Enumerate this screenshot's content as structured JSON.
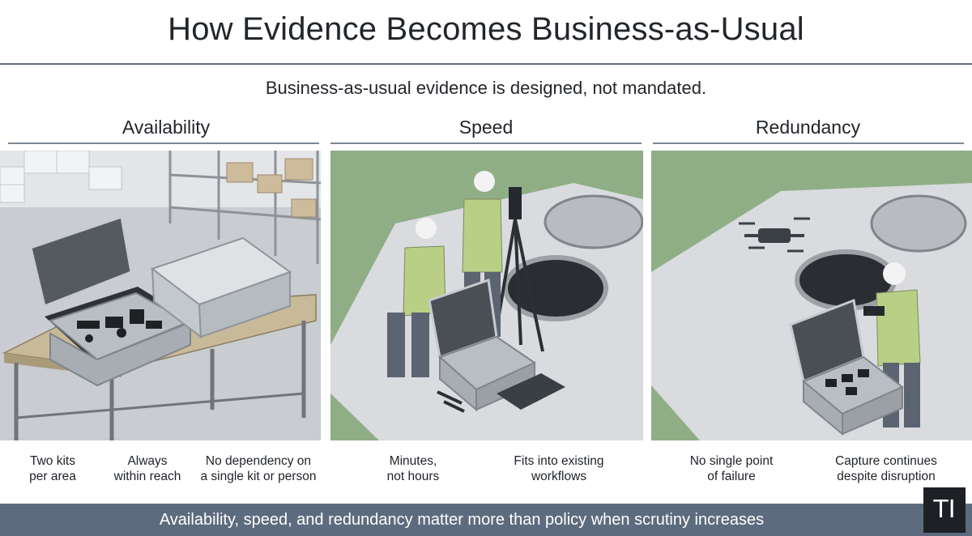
{
  "title": "How Evidence Becomes Business-as-Usual",
  "subtitle": "Business-as-usual evidence is designed, not mandated.",
  "columns": [
    {
      "heading": "Availability",
      "captions": [
        "Two kits\nper area",
        "Always\nwithin reach",
        "No dependency on\na single kit or person"
      ]
    },
    {
      "heading": "Speed",
      "captions": [
        "Minutes,\nnot hours",
        "Fits into existing\nworkflows"
      ]
    },
    {
      "heading": "Redundancy",
      "captions": [
        "No single point\nof failure",
        "Capture continues\ndespite disruption"
      ]
    }
  ],
  "footer": "Availability, speed, and redundancy matter more than policy when scrutiny increases",
  "logo": "TI",
  "colors": {
    "footer_bg": "#5d6b7e",
    "grass": "#8fae86",
    "pavement": "#d9dbde",
    "vest": "#b9cf86"
  }
}
